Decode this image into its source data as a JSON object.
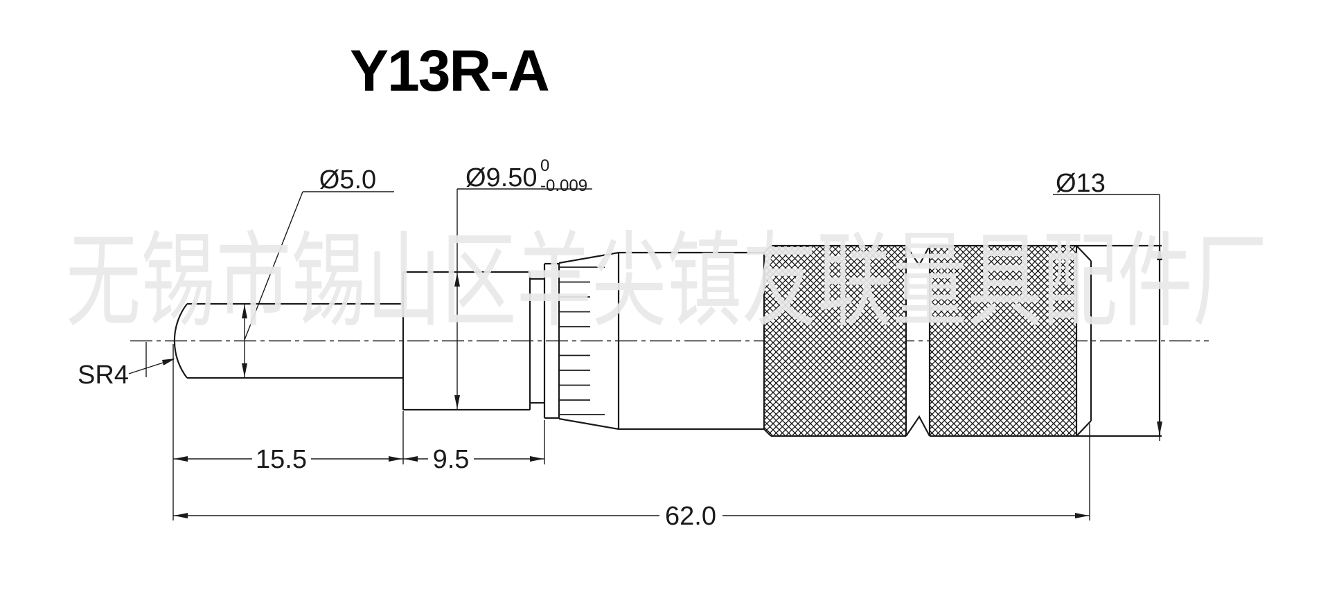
{
  "title": "Y13R-A",
  "watermark": "无锡市锡山区羊尖镇友联量具配件厂",
  "part": "micrometer-head",
  "dims": {
    "tip_radius": "SR4",
    "spindle_dia": "Ø5.0",
    "stem_dia": "Ø9.50",
    "stem_dia_tol_upper": "0",
    "stem_dia_tol_lower": "-0.009",
    "outer_dia": "Ø13",
    "tip_length": "15.5",
    "stem_length": "9.5",
    "overall_length": "62.0"
  },
  "colors": {
    "line": "#1a1a1a",
    "watermark": "#e9e9e9",
    "background": "#ffffff"
  }
}
